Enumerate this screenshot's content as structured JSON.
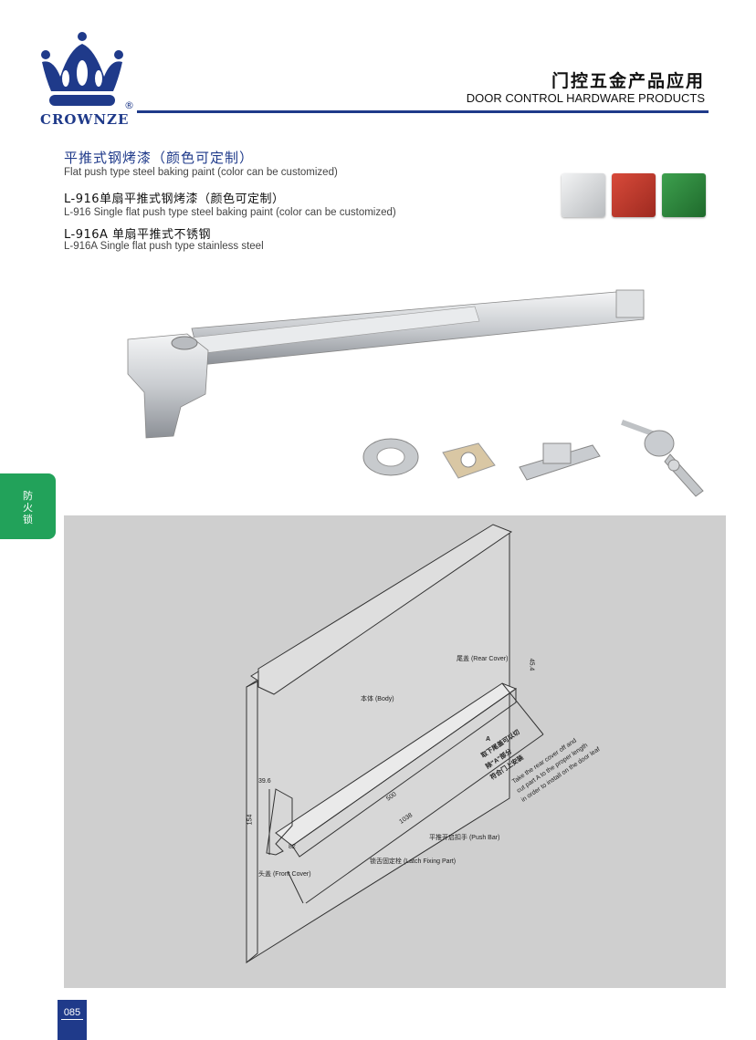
{
  "brand": {
    "name": "CROWNZE",
    "registered": "®"
  },
  "header": {
    "title_cn": "门控五金产品应用",
    "title_en": "DOOR CONTROL HARDWARE PRODUCTS"
  },
  "product": {
    "heading_cn": "平推式钢烤漆（颜色可定制）",
    "heading_en": "Flat push type steel baking paint (color can be customized)",
    "model1_cn": "L-916单扇平推式钢烤漆（颜色可定制）",
    "model1_en": "L-916  Single flat push type steel baking paint (color can be customized)",
    "model2_cn": "L-916A 单扇平推式不锈钢",
    "model2_en": "L-916A  Single flat push type stainless steel"
  },
  "swatches": [
    {
      "name": "stainless",
      "color": "#cfd2d4"
    },
    {
      "name": "red",
      "color": "#c8372a"
    },
    {
      "name": "green",
      "color": "#2e8a3e"
    }
  ],
  "side_tab": {
    "label": "防火锁"
  },
  "diagram": {
    "rear_cover": "尾盖 (Rear Cover)",
    "body": "本体 (Body)",
    "push_bar": "平推开启扣手 (Push Bar)",
    "latch": "锁舌固定栓 (Latch Fixing Part)",
    "front_cover": "头盖 (Front Cover)",
    "note_cn_1": "取下尾盖可以切",
    "note_cn_2": "除\"A\"部分",
    "note_cn_3": "符合门上安装",
    "note_en_1": "Take the rear cover off and",
    "note_en_2": "cut part A to the proper length",
    "note_en_3": "in order to install on the door leaf",
    "label_a": "A",
    "dim_1": "45.4",
    "dim_2": "39.6",
    "dim_3": "154",
    "dim_4": "500",
    "dim_5": "1038",
    "dim_6": "82"
  },
  "page": {
    "number": "085"
  }
}
